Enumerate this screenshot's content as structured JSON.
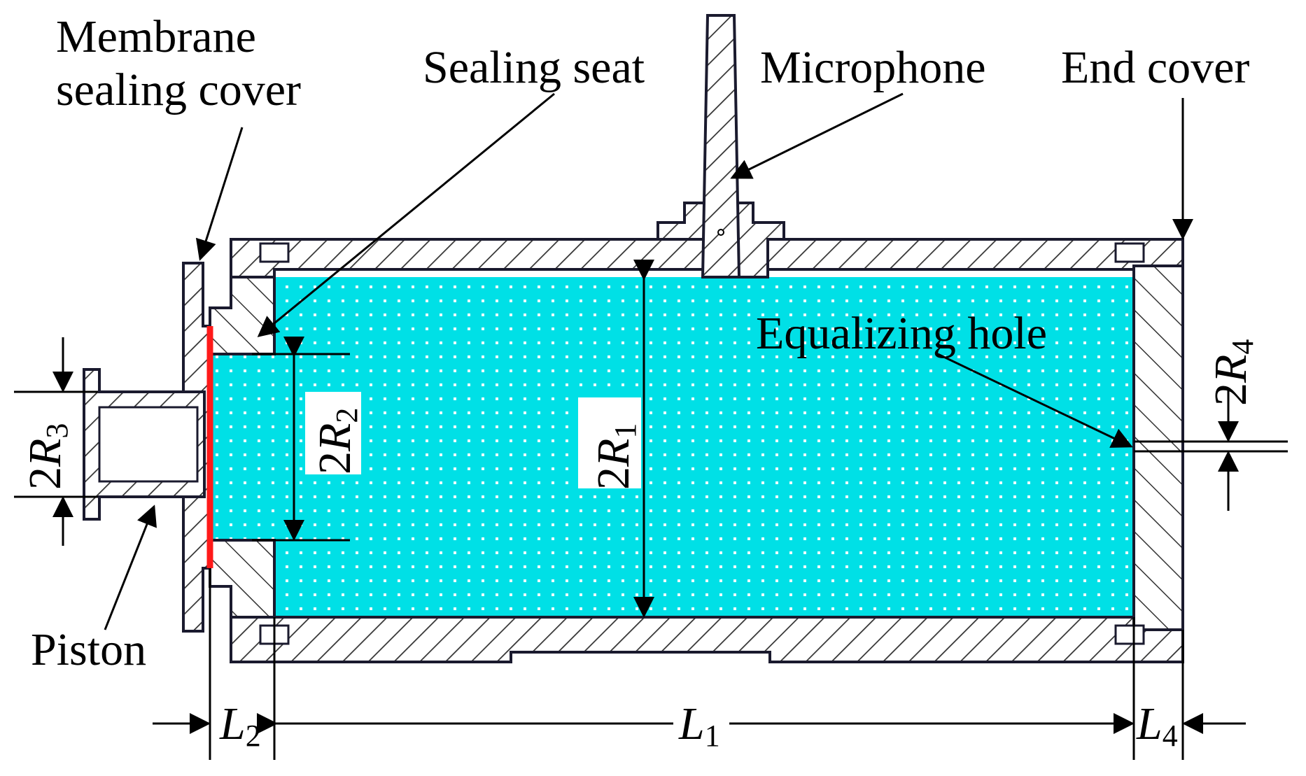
{
  "colors": {
    "fluid": "#00e0e6",
    "membrane": "#ff1a1a",
    "outline": "#1a1a2e",
    "hatch": "#333333"
  },
  "labels": {
    "membrane_line1": "Membrane",
    "membrane_line2": "sealing cover",
    "sealing_seat": "Sealing seat",
    "microphone": "Microphone",
    "end_cover": "End cover",
    "equalizing_hole": "Equalizing hole",
    "piston": "Piston"
  },
  "dimensions": {
    "r1": {
      "prefix": "2",
      "var": "R",
      "sub": "1"
    },
    "r2": {
      "prefix": "2",
      "var": "R",
      "sub": "2"
    },
    "r3": {
      "prefix": "2",
      "var": "R",
      "sub": "3"
    },
    "r4": {
      "prefix": "2",
      "var": "R",
      "sub": "4"
    },
    "l1": {
      "var": "L",
      "sub": "1"
    },
    "l2": {
      "var": "L",
      "sub": "2"
    },
    "l4": {
      "var": "L",
      "sub": "4"
    }
  }
}
